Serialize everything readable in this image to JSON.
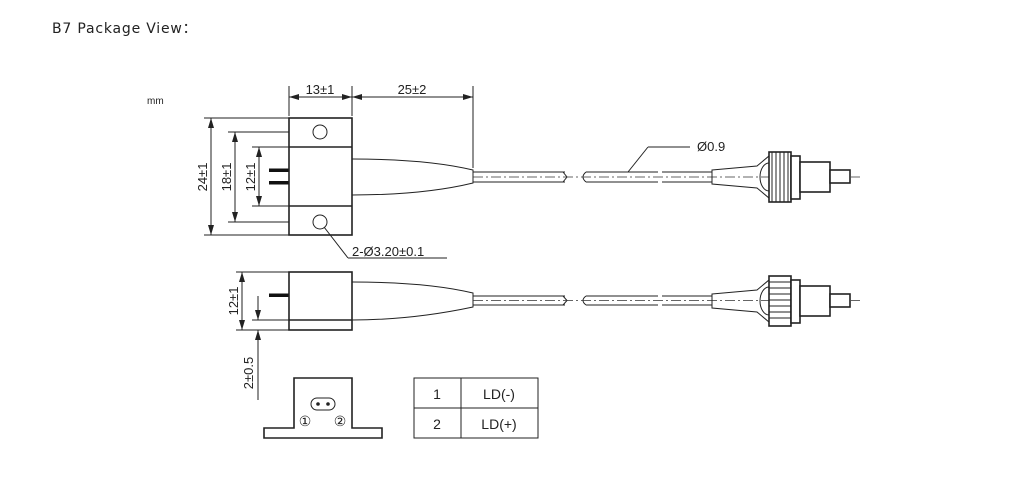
{
  "title": "B7 Package View：",
  "units": "mm",
  "dimensions": {
    "body_length": "13±1",
    "boot_length": "25±2",
    "total_height": "24±1",
    "hole_spacing": "18±1",
    "center_height": "12±1",
    "holes": "2-Ø3.20±0.1",
    "fiber_diameter": "Ø0.9",
    "side_height": "12±1",
    "pin_offset": "2±0.5"
  },
  "pin_labels": [
    "①",
    "②"
  ],
  "pin_table": [
    {
      "pin": "1",
      "function": "LD(-)"
    },
    {
      "pin": "2",
      "function": "LD(+)"
    }
  ]
}
